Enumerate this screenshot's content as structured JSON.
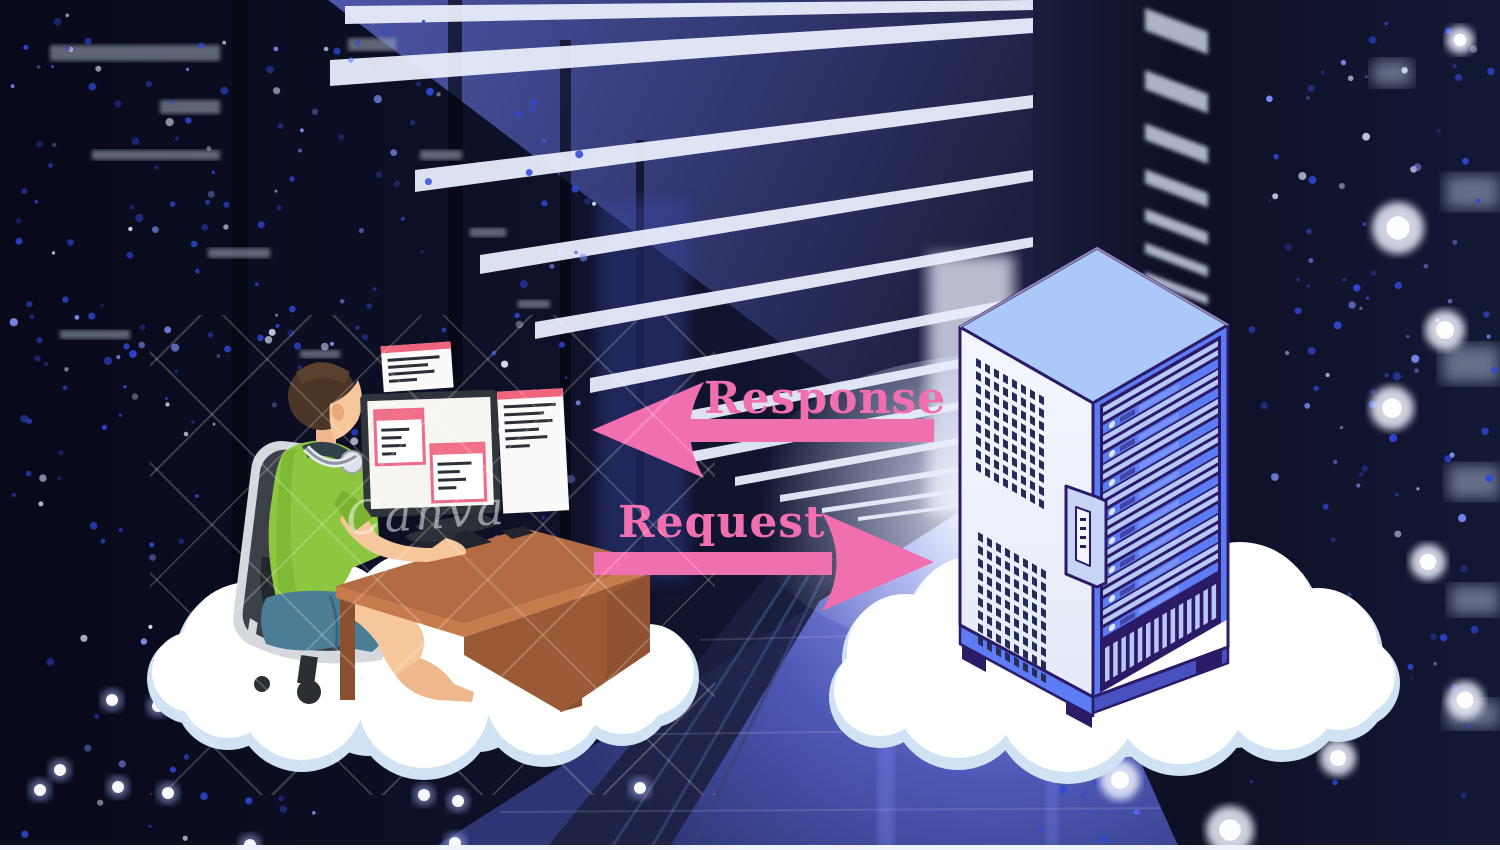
{
  "diagram": {
    "type": "client-server-communication",
    "watermark": "Canva",
    "labels": {
      "response": "Response",
      "request": "Request"
    },
    "nodes": [
      {
        "id": "client"
      },
      {
        "id": "server"
      }
    ],
    "edges": [
      {
        "from": "server",
        "to": "client",
        "label": "Response",
        "direction": "left"
      },
      {
        "from": "client",
        "to": "server",
        "label": "Request",
        "direction": "right"
      }
    ],
    "colors": {
      "arrow_pink": "#f06fae",
      "doc_header_pink": "#f1647e",
      "cloud_white": "#ffffff",
      "cloud_shadow": "#cfe3f5",
      "server_outline": "#2b1b67",
      "server_top": "#aac9f8",
      "server_side": "#eef2fb",
      "server_slat": "#b7c8f8",
      "server_unit": "#5b7cf2",
      "desk_brown": "#b26b42",
      "shirt_green": "#8dc63f",
      "background_navy": "#0d0f26"
    }
  }
}
